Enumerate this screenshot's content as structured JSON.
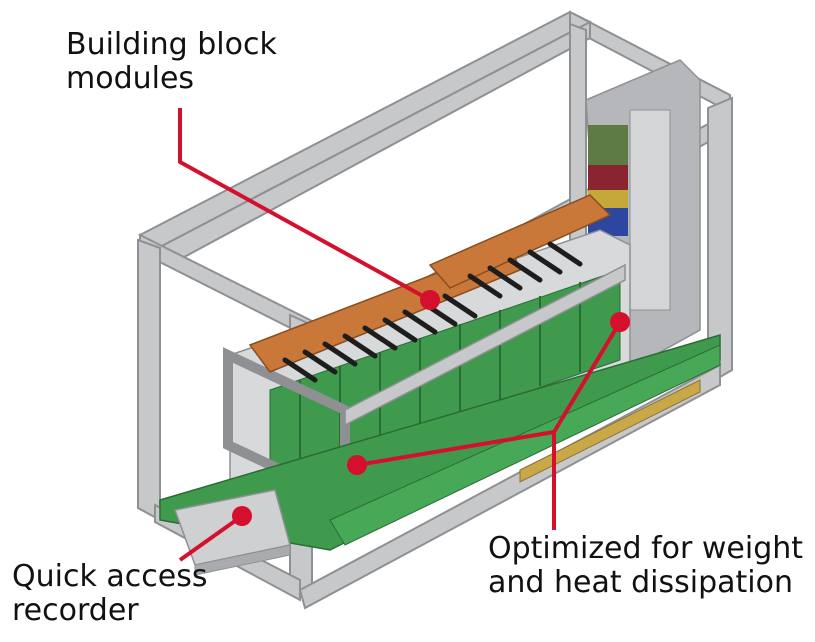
{
  "callouts": {
    "modules": {
      "line1": "Building block",
      "line2": "modules"
    },
    "weight": {
      "line1": "Optimized for weight",
      "line2": "and heat dissipation"
    },
    "recorder": {
      "line1": "Quick access",
      "line2": "recorder"
    }
  },
  "colors": {
    "callout": "#d5102e",
    "frame": "#c6c8ca",
    "frame_edge": "#8e9093",
    "pcb_green": "#3f9a4d",
    "board_orange": "#c9783a",
    "connector_black": "#1d1d1d"
  }
}
